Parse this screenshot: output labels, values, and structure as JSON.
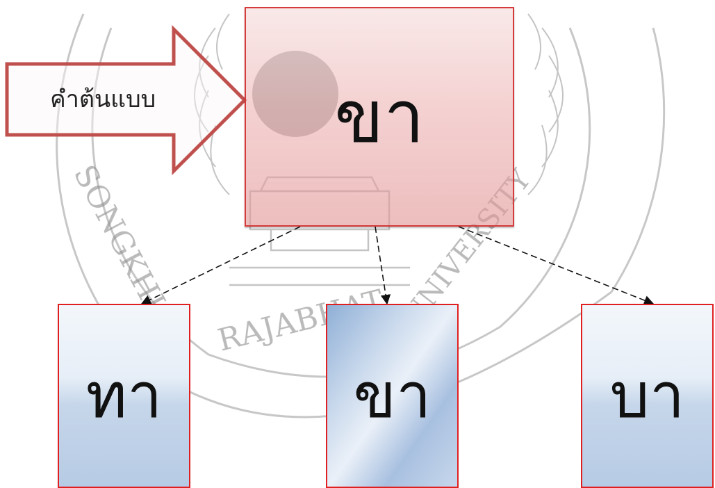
{
  "callout": {
    "label": "คำต้นแบบ"
  },
  "main_word": {
    "text": "ขา",
    "border_color": "#d63a3a",
    "fill_color": "#e8a6a6"
  },
  "variants": [
    {
      "text": "ทา"
    },
    {
      "text": "ขา"
    },
    {
      "text": "บา"
    }
  ],
  "watermark": {
    "top_arc_text": "SONGKHLA",
    "right_arc_text": "UNIVERSITY",
    "bottom_arc_text": "RAJABHAT",
    "type": "university-seal"
  },
  "colors": {
    "box_border": "#e02020",
    "arrow_border": "#c0504d",
    "connector": "#111111"
  }
}
